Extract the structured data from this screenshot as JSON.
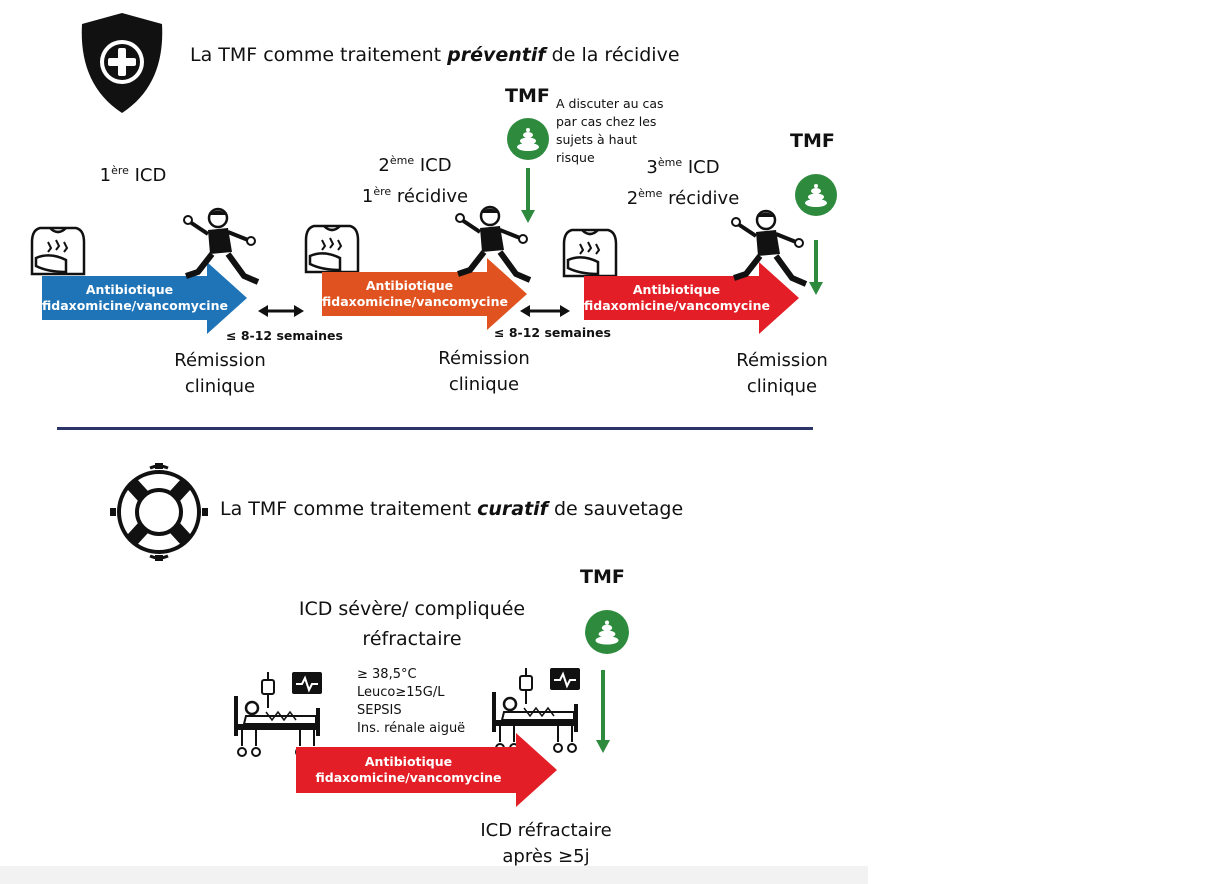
{
  "top": {
    "title_pre": "La TMF comme traitement ",
    "title_em": "préventif",
    "title_post": " de la récidive",
    "steps": [
      {
        "l1": "1",
        "l1sup": "ère",
        "l1post": " ICD"
      },
      {
        "l1": "2",
        "l1sup": "ème",
        "l1post": " ICD",
        "l2": "1",
        "l2sup": "ère",
        "l2post": " récidive"
      },
      {
        "l1": "3",
        "l1sup": "ème",
        "l1post": " ICD",
        "l2": "2",
        "l2sup": "ème",
        "l2post": " récidive"
      }
    ],
    "arrow_line1": "Antibiotique",
    "arrow_line2": "fidaxomicine/vancomycine",
    "interval": "≤ 8-12 semaines",
    "remission_l1": "Rémission",
    "remission_l2": "clinique",
    "tmf": "TMF",
    "note_lines": [
      "A discuter au cas",
      "par cas chez les",
      "sujets à haut",
      "risque"
    ]
  },
  "bottom": {
    "title_pre": "La TMF comme traitement ",
    "title_em": "curatif",
    "title_post": " de sauvetage",
    "heading_l1": "ICD sévère/ compliquée",
    "heading_l2": "réfractaire",
    "criteria": [
      "≥ 38,5°C",
      "Leuco≥15G/L",
      "SEPSIS",
      "Ins. rénale aiguë"
    ],
    "arrow_line1": "Antibiotique",
    "arrow_line2": "fidaxomicine/vancomycine",
    "tmf": "TMF",
    "refractory_l1": "ICD réfractaire",
    "refractory_l2": "après ≥5j"
  },
  "colors": {
    "blue": "#1f74b8",
    "orange": "#e0521f",
    "red": "#e31e26",
    "green": "#2e8b3e",
    "divider": "#2d3468"
  }
}
